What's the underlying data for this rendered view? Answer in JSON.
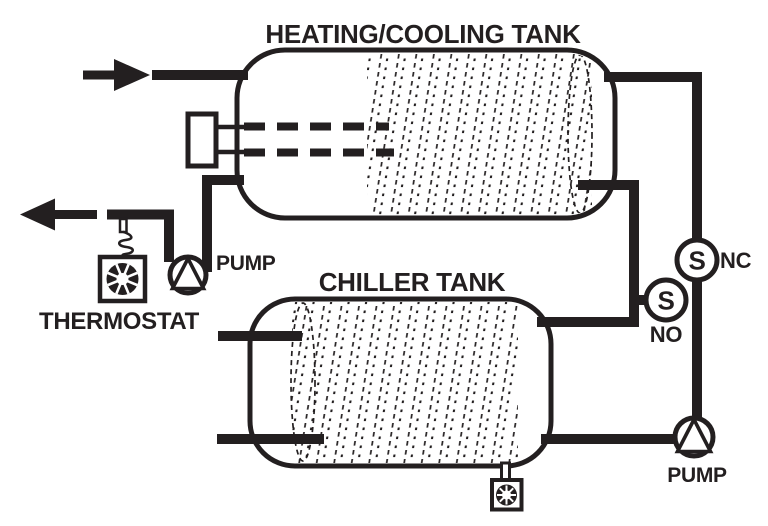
{
  "colors": {
    "ink": "#231f20",
    "bg": "#ffffff"
  },
  "labels": {
    "heating_tank": "HEATING/COOLING TANK",
    "chiller_tank": "CHILLER TANK",
    "pump_left": "PUMP",
    "pump_right": "PUMP",
    "thermostat": "THERMOSTAT",
    "solenoid_nc_letter": "S",
    "solenoid_nc_tag": "NC",
    "solenoid_no_letter": "S",
    "solenoid_no_tag": "NO"
  }
}
